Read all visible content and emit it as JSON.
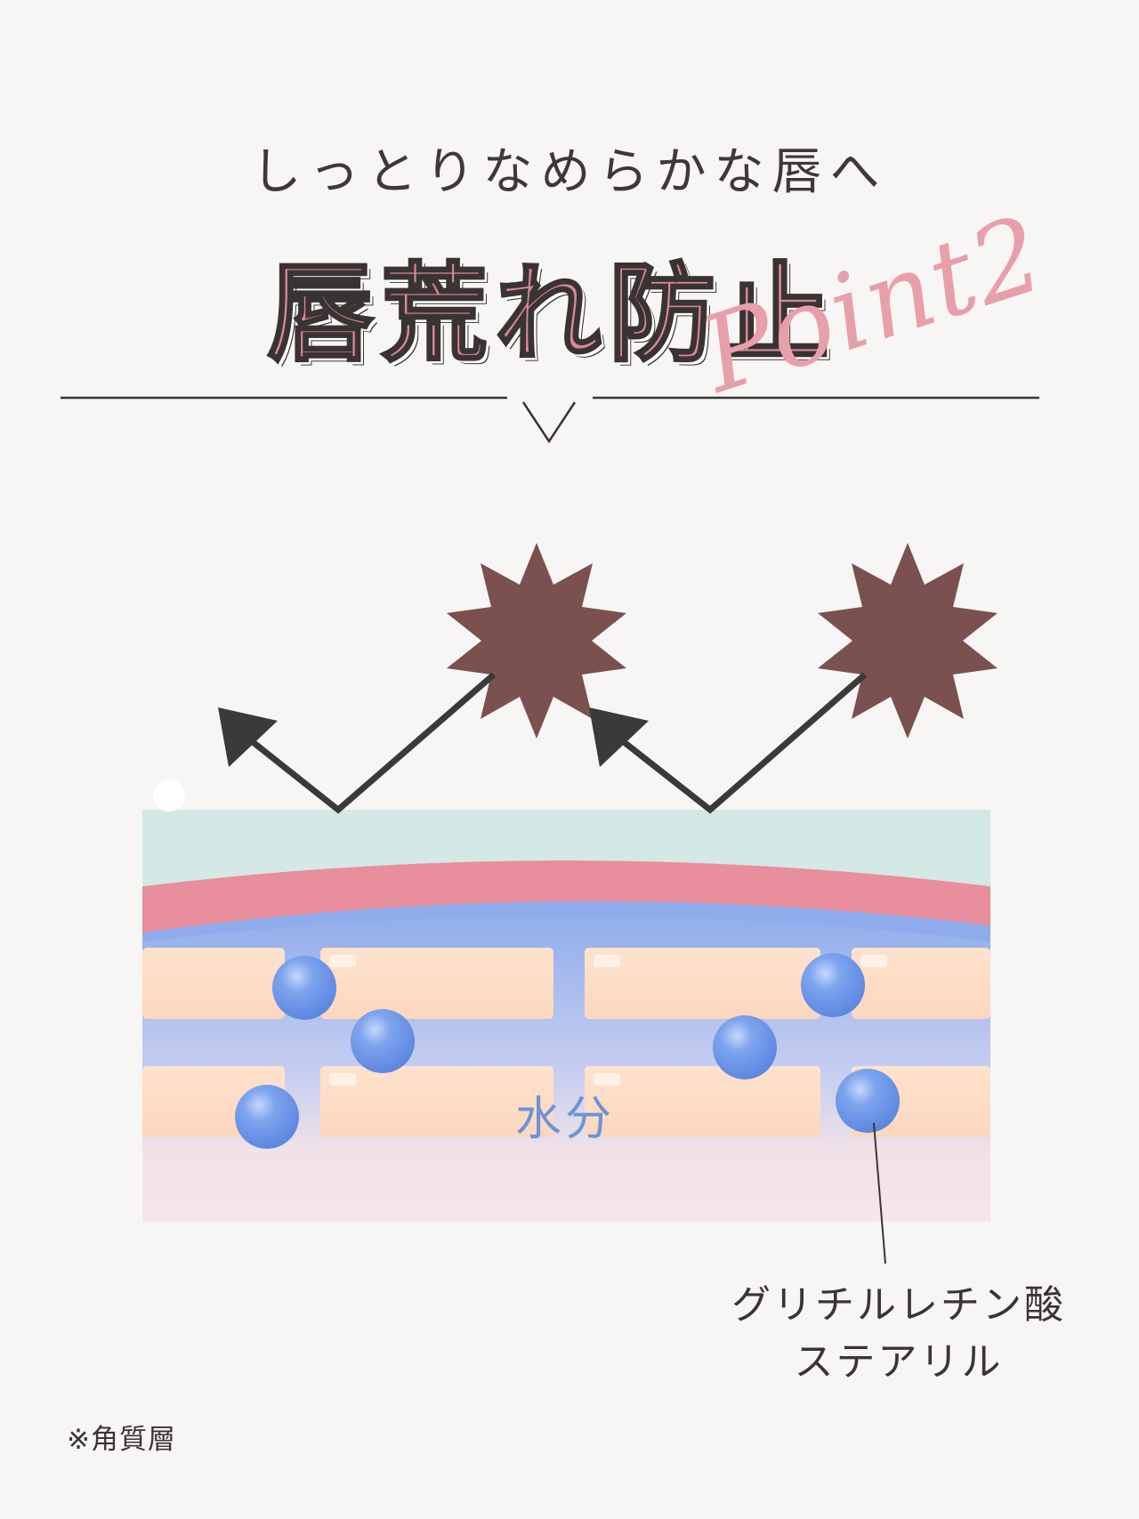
{
  "header": {
    "subtitle": "しっとりなめらかな唇へ",
    "title": "唇荒れ防止",
    "point_label": "Point2"
  },
  "diagram": {
    "water_label": "水分",
    "callout_line1": "グリチルレチン酸",
    "callout_line2": "ステアリル"
  },
  "footnote": "※角質層",
  "colors": {
    "background": "#f8f5f5",
    "title_pink": "#d98a98",
    "lip_layer": "#e88e9c",
    "top_layer": "#d4e8e6",
    "water_blue": "#8eacec",
    "cell": "#fddcc4",
    "sphere": "#6e96e6",
    "irritant": "#7a5150",
    "arrow": "#3a3a3a"
  },
  "icons": [
    "irritant-burst-icon",
    "deflect-arrow-icon",
    "moisture-sphere-icon",
    "chevron-down-icon"
  ]
}
